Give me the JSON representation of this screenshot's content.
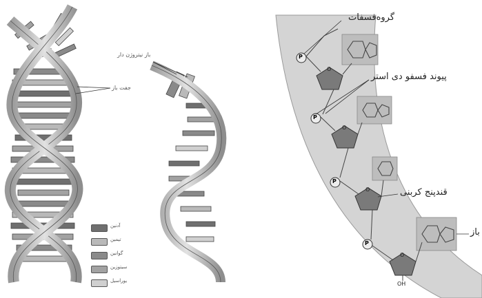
{
  "left_panel": {
    "label_hydrogen_base": "باز نیتروژن دار",
    "label_base_pair": "جفت باز",
    "legend": [
      {
        "label": "آدنین",
        "color": "#6f6f6f"
      },
      {
        "label": "تیمین",
        "color": "#b9b9b9"
      },
      {
        "label": "گوانین",
        "color": "#8a8a8a"
      },
      {
        "label": "سیتوزین",
        "color": "#a2a2a2"
      },
      {
        "label": "یوراسیل",
        "color": "#d0d0d0"
      }
    ]
  },
  "right_panel": {
    "label_phosphate_group": "گروه‌فسفات",
    "label_phosphodiester": "پیوند فسفو دی استر",
    "label_pentose": "قندپنج کربنی",
    "label_base": "باز",
    "phosphate_symbol": "P",
    "sugar_ring_atom": "O",
    "terminal_group": "OH"
  },
  "colors": {
    "backbone_band": "#cfcfcf",
    "ribbon": "#bfbfbf",
    "sugar": "#7a7a7a",
    "base_box": "#bdbdbd"
  }
}
